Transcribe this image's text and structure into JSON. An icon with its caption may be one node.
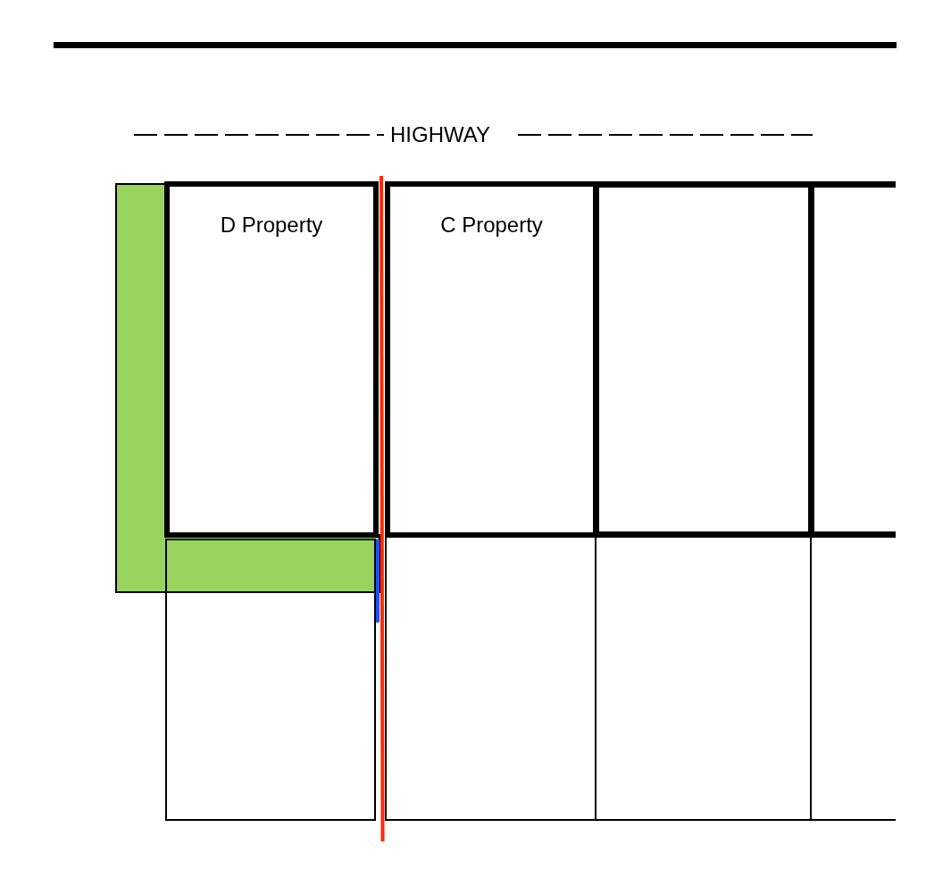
{
  "diagram": {
    "nodes": [
      {
        "text": [
          "D Property"
        ]
      },
      {
        "text": [
          "C Property"
        ]
      },
      {
        "text": [],
        "shape": "box"
      },
      {
        "text": [],
        "shape": "box"
      },
      {
        "text": [],
        "shape": "box"
      },
      {
        "text": [],
        "shape": "box"
      },
      {
        "text": [],
        "shape": "box"
      },
      {
        "text": [],
        "shape": "box"
      }
    ],
    "labels": [
      "HIGHWAY"
    ]
  }
}
